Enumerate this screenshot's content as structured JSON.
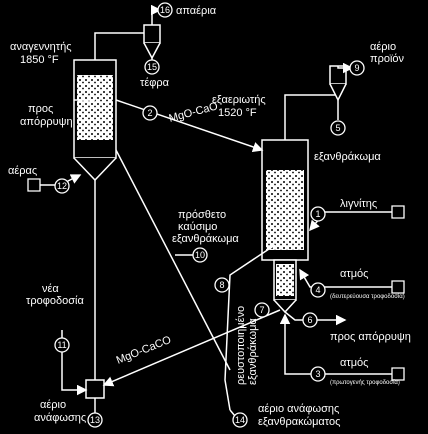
{
  "labels": {
    "ash_gas": "απαέρια",
    "ash": "τέφρα",
    "regenerator_name": "αναγεννητής",
    "regenerator_temp": "1850 °F",
    "gasifier_name": "εξαεριωτής",
    "gasifier_temp": "1520 °F",
    "product_gas_1": "αέριο",
    "product_gas_2": "προϊόν",
    "to_drain_1": "προς",
    "to_drain_2": "απόρρυψη",
    "air": "αέρας",
    "char_dust": "εξανθράκωμα",
    "lignite": "λιγνίτης",
    "extra_fuel_1": "πρόσθετο",
    "extra_fuel_2": "καύσιμο",
    "extra_fuel_3": "εξανθράκωμα",
    "steam_1": "ατμός",
    "steam_1_note": "(δευτερεύουσα τροφοδοσία)",
    "to_drain_b": "προς απόρρυψη",
    "steam_2": "ατμός",
    "steam_2_note": "(πρωτογενής τροφοδοσία)",
    "new_feed_1": "νέα",
    "new_feed_2": "τροφοδοσία",
    "mgo_caco3": "MgO-CaCO",
    "mgo_cao": "MgO-CaO",
    "combustion_gas_1": "αέριο",
    "combustion_gas_2": "ανάφωσης",
    "combustion_gas_char_1": "αέριο ανάφωσης",
    "combustion_gas_char_2": "εξανθρακώματος",
    "vert_1": "ρευστοποιημένο",
    "vert_2": "εξανθράκωμα"
  },
  "stream_numbers": {
    "n1": "1",
    "n2": "2",
    "n3": "3",
    "n4": "4",
    "n5": "5",
    "n6": "6",
    "n7": "7",
    "n8": "8",
    "n9": "9",
    "n10": "10",
    "n11": "11",
    "n12": "12",
    "n13": "13",
    "n14": "14",
    "n15": "15",
    "n16": "16"
  }
}
